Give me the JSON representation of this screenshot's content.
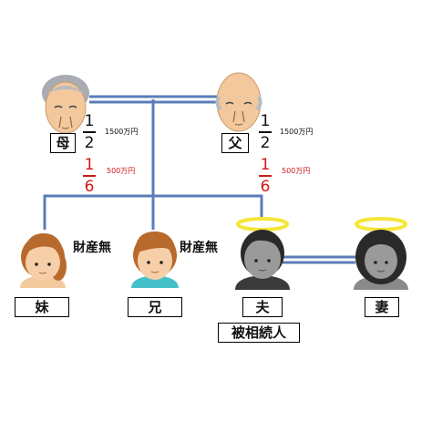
{
  "people": {
    "mother": {
      "label": "母",
      "share_upper": {
        "num": "1",
        "den": "2",
        "amount": "1500万円"
      },
      "share_lower": {
        "num": "1",
        "den": "6",
        "amount": "500万円"
      }
    },
    "father": {
      "label": "父",
      "share_upper": {
        "num": "1",
        "den": "2",
        "amount": "1500万円"
      },
      "share_lower": {
        "num": "1",
        "den": "6",
        "amount": "500万円"
      }
    },
    "younger_sister": {
      "label": "妹",
      "note": "財産無"
    },
    "older_brother": {
      "label": "兄",
      "note": "財産無"
    },
    "husband": {
      "label": "夫",
      "role": "被相続人"
    },
    "wife": {
      "label": "妻"
    }
  },
  "colors": {
    "line_blue": "#5b7db7",
    "share_black": "#111111",
    "share_red": "#d01818",
    "halo": "#f5e63a",
    "deceased_gray": "#9a9a9a"
  }
}
